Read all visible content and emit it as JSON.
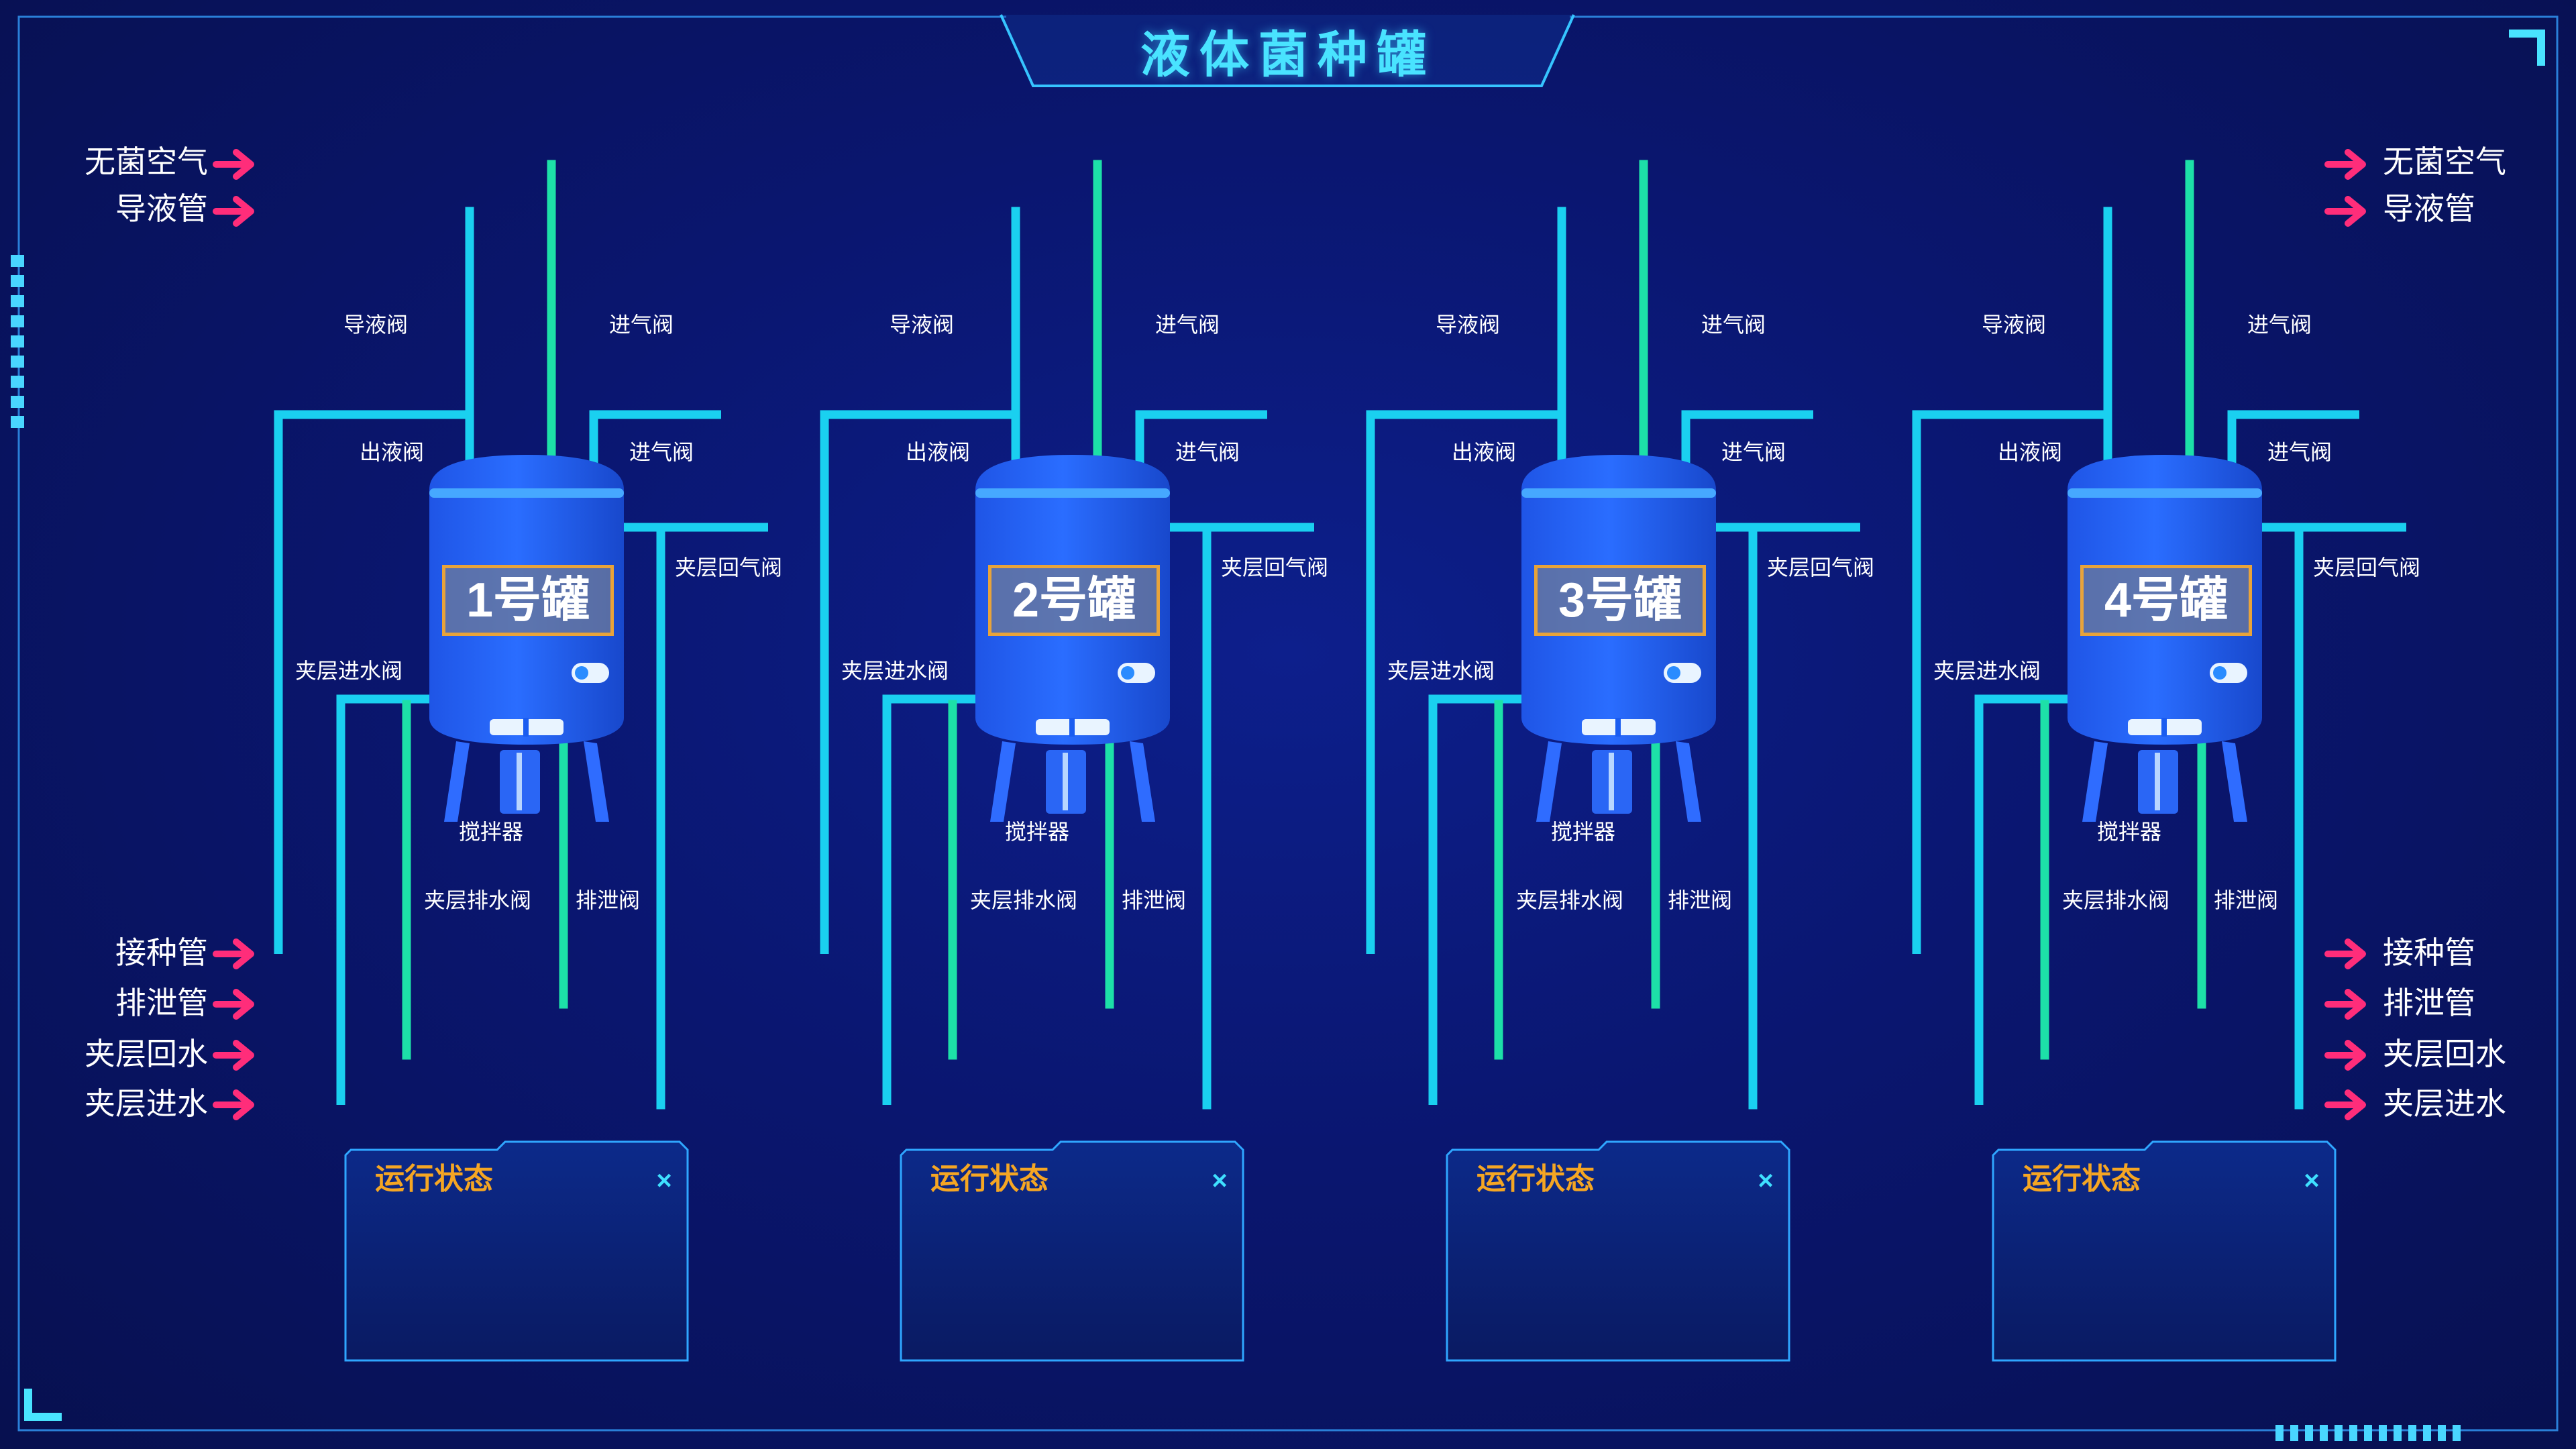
{
  "title": "液体菌种罐",
  "pipes": {
    "left": [
      "无菌空气",
      "导液管",
      "接种管",
      "排泄管",
      "夹层回水",
      "夹层进水"
    ],
    "right": [
      "无菌空气",
      "导液管",
      "接种管",
      "排泄管",
      "夹层回水",
      "夹层进水"
    ]
  },
  "tanks": [
    {
      "name": "1号罐",
      "valves": {
        "liquid_guide": "导液阀",
        "air_in_top": "进气阀",
        "outlet": "出液阀",
        "air_in": "进气阀",
        "jacket_return_air": "夹层回气阀",
        "jacket_water_in": "夹层进水阀",
        "mixer": "搅拌器",
        "jacket_drain": "夹层排水阀",
        "drain": "排泄阀"
      }
    },
    {
      "name": "2号罐",
      "valves": {
        "liquid_guide": "导液阀",
        "air_in_top": "进气阀",
        "outlet": "出液阀",
        "air_in": "进气阀",
        "jacket_return_air": "夹层回气阀",
        "jacket_water_in": "夹层进水阀",
        "mixer": "搅拌器",
        "jacket_drain": "夹层排水阀",
        "drain": "排泄阀"
      }
    },
    {
      "name": "3号罐",
      "valves": {
        "liquid_guide": "导液阀",
        "air_in_top": "进气阀",
        "outlet": "出液阀",
        "air_in": "进气阀",
        "jacket_return_air": "夹层回气阀",
        "jacket_water_in": "夹层进水阀",
        "mixer": "搅拌器",
        "jacket_drain": "夹层排水阀",
        "drain": "排泄阀"
      }
    },
    {
      "name": "4号罐",
      "valves": {
        "liquid_guide": "导液阀",
        "air_in_top": "进气阀",
        "outlet": "出液阀",
        "air_in": "进气阀",
        "jacket_return_air": "夹层回气阀",
        "jacket_water_in": "夹层进水阀",
        "mixer": "搅拌器",
        "jacket_drain": "夹层排水阀",
        "drain": "排泄阀"
      }
    }
  ],
  "status_panels": [
    {
      "title": "运行状态",
      "close": "×"
    },
    {
      "title": "运行状态",
      "close": "×"
    },
    {
      "title": "运行状态",
      "close": "×"
    },
    {
      "title": "运行状态",
      "close": "×"
    }
  ],
  "colors": {
    "pipe_cyan": "#1ad0f0",
    "pipe_green": "#1de0a8",
    "arrow": "#ff2d7a",
    "tank_body": "#1a5cf0",
    "accent": "#49e3ff",
    "status_title": "#f5a623",
    "plate_border": "#e8a33a"
  }
}
